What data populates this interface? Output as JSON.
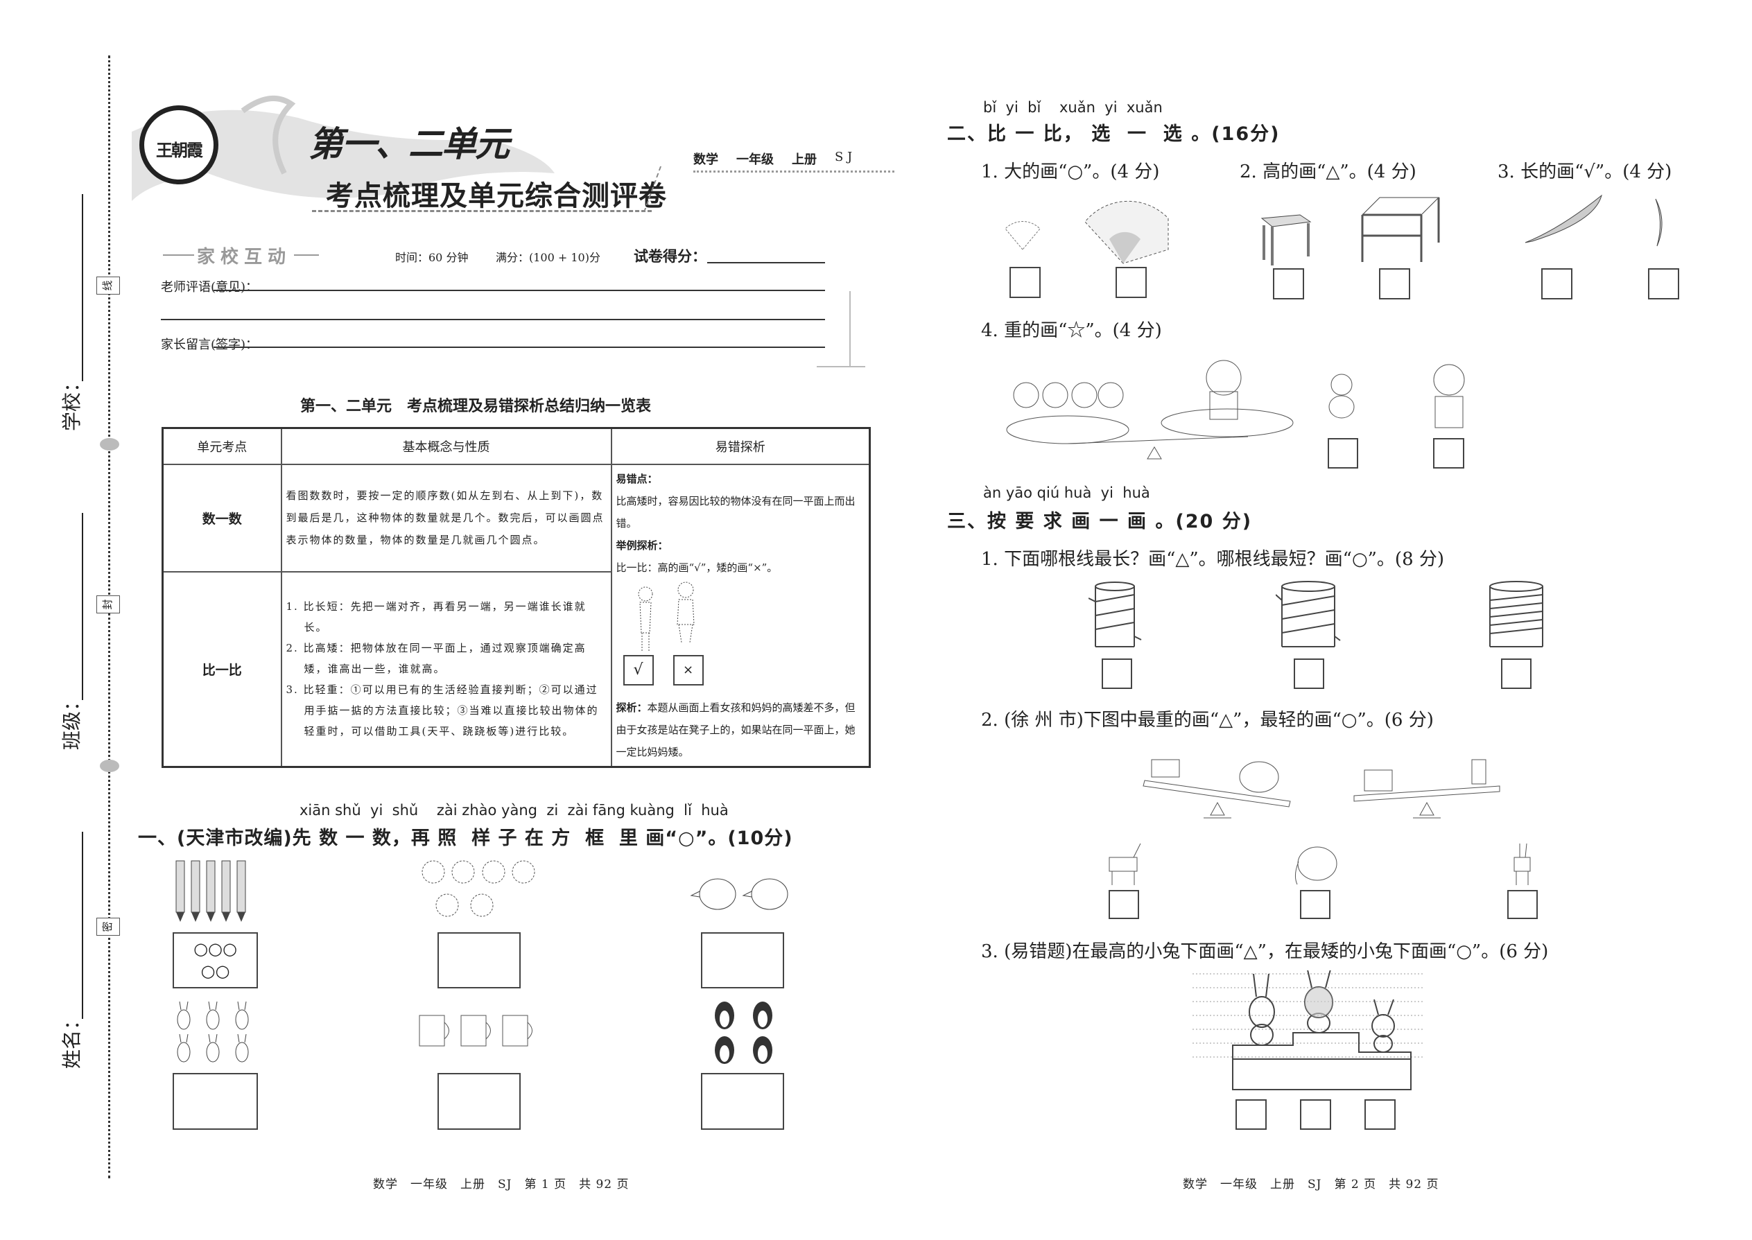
{
  "sidebar": {
    "school_label": "学校：",
    "class_label": "班级：",
    "name_label": "姓名：",
    "seal_marks": [
      "线",
      "封",
      "密"
    ]
  },
  "header": {
    "logo_text": "王朝霞",
    "unit_title": "第一、二单元",
    "subtitle": "考点梳理及单元综合测评卷",
    "meta": [
      "数学",
      "一年级",
      "上册",
      "S J"
    ]
  },
  "home_school": {
    "badge": "家校互动",
    "time": "时间：60 分钟",
    "full_score": "满分：(100 + 10)分",
    "score_label": "试卷得分：",
    "teacher_comment": "老师评语(意见)：",
    "parent_note": "家长留言(签字)："
  },
  "summary_table": {
    "title": "第一、二单元　考点梳理及易错探析总结归纳一览表",
    "headers": [
      "单元考点",
      "基本概念与性质",
      "易错探析"
    ],
    "rows": [
      {
        "topic": "数一数",
        "concept": [
          "看图数数时，要按一定的顺序数(如从左到右、从上到下)，数到最后是几，这种物体的数量就是几个。数完后，可以画圆点表示物体的数量，物体的数量是几就画几个圆点。"
        ]
      },
      {
        "topic": "比一比",
        "concept": [
          "1. 比长短：先把一端对齐，再看另一端，另一端谁长谁就长。",
          "2. 比高矮：把物体放在同一平面上，通过观察顶端确定高矮，谁高出一些，谁就高。",
          "3. 比轻重：①可以用已有的生活经验直接判断；②可以通过用手掂一掂的方法直接比较；③当难以直接比较出物体的轻重时，可以借助工具(天平、跷跷板等)进行比较。"
        ]
      }
    ],
    "error_analysis": {
      "point_label": "易错点：",
      "point_text": "比高矮时，容易因比较的物体没有在同一平面上而出错。",
      "example_label": "举例探析：",
      "example_text": "比一比：高的画“√”，矮的画“×”。",
      "marks": [
        "√",
        "×"
      ],
      "analysis_label": "探析：",
      "analysis_text": "本题从画面上看女孩和妈妈的高矮差不多，但由于女孩是站在凳子上的，如果站在同一平面上，她一定比妈妈矮。"
    }
  },
  "section1": {
    "pinyin": "xiān shǔ  yi  shǔ    zài zhào yàng  zi  zài fāng kuàng  lǐ  huà",
    "heading": "一、(天津市改编)先 数 一 数，再 照  样 子 在 方  框  里 画“○”。(10分)",
    "example_answer": "○○○\n○○",
    "items": [
      "pencils",
      "flowers",
      "chicks",
      "rabbits",
      "cups",
      "penguins"
    ]
  },
  "section2": {
    "pinyin": "bǐ  yi  bǐ    xuǎn  yi  xuǎn",
    "heading": "二、比 一 比， 选  一  选 。(16分)",
    "q1": "1. 大的画“○”。(4 分)",
    "q2": "2. 高的画“△”。(4 分)",
    "q3": "3. 长的画“√”。(4 分)",
    "q4": "4. 重的画“☆”。(4 分)"
  },
  "section3": {
    "pinyin": "àn yāo qiú huà  yi  huà",
    "heading": "三、按 要 求 画 一 画 。(20 分)",
    "q1": "1. 下面哪根线最长？画“△”。哪根线最短？画“○”。(8 分)",
    "q2": "2. (徐 州 市)下图中最重的画“△”，最轻的画“○”。(6 分)",
    "q3": "3. (易错题)在最高的小兔下面画“△”，在最矮的小兔下面画“○”。(6 分)"
  },
  "footer": {
    "left": "数学　一年级　上册　SJ　第 1 页　共 92 页",
    "right": "数学　一年级　上册　SJ　第 2 页　共 92 页"
  }
}
